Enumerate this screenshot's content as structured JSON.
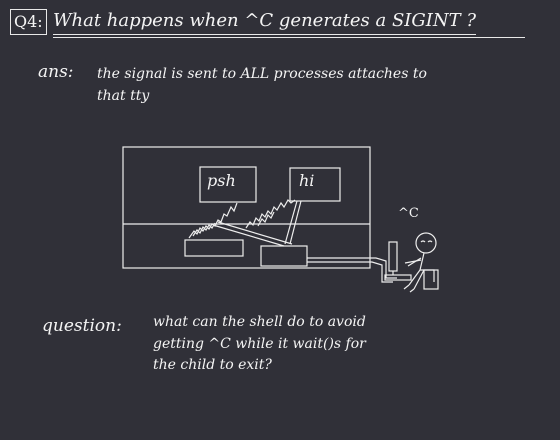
{
  "question": {
    "number": "Q4:",
    "title": "What happens when ^C generates a SIGINT ?"
  },
  "answer": {
    "label": "ans:",
    "line1": "the signal is sent to  ALL  processes attaches to",
    "line2": "that tty"
  },
  "diagram": {
    "process_a": "psh",
    "process_b": "hi",
    "keypress": "^C",
    "icons": [
      "terminal-screen-icon",
      "user-at-keyboard-icon",
      "signal-zigzag-icon"
    ]
  },
  "followup": {
    "label": "question:",
    "line1": "what can the shell do to avoid",
    "line2": "getting ^C while it wait()s for",
    "line3": "the child to exit?"
  }
}
